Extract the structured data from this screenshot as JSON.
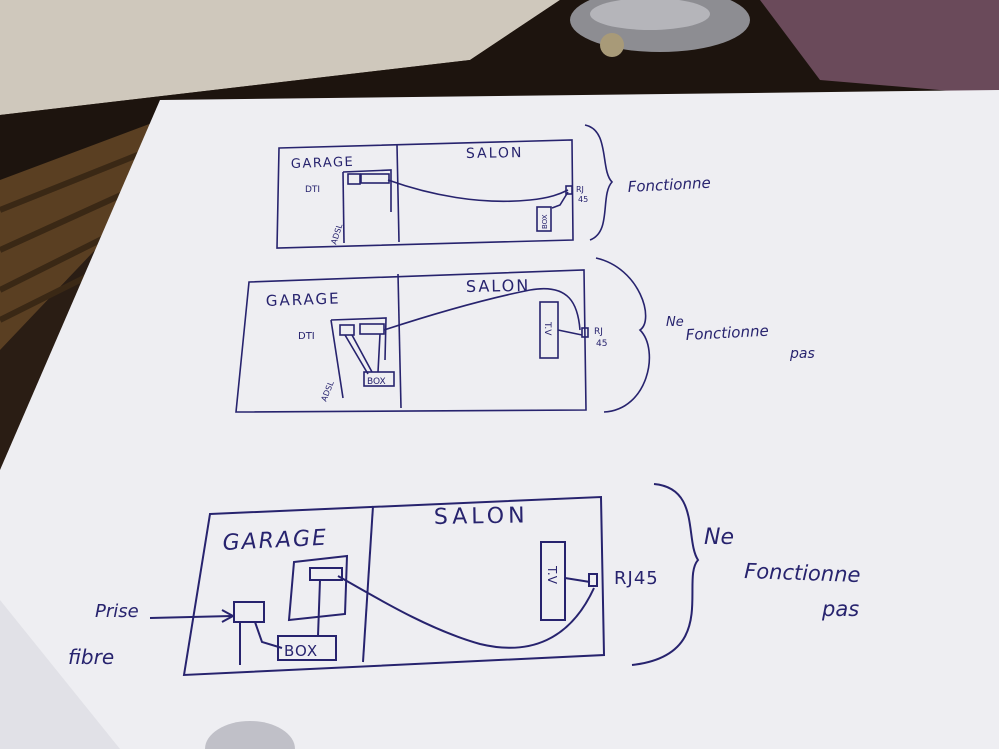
{
  "colors": {
    "ink": "#27236e",
    "paper": "#eeeef2",
    "table": "#2a1d14",
    "surface": "#c9c2b6"
  },
  "sketches": [
    {
      "garage": "GARAGE",
      "salon": "SALON",
      "dti": "DTI",
      "adsl": "ADSL",
      "rj": "RJ",
      "rj_num": "45",
      "box": "BOX",
      "status": "Fonctionne"
    },
    {
      "garage": "GARAGE",
      "salon": "SALON",
      "dti": "DTI",
      "adsl": "ADSL",
      "rj": "RJ",
      "rj_num": "45",
      "box": "BOX",
      "tv": "T.V",
      "status_line1": "Ne",
      "status_line2": "Fonctionne",
      "status_line3": "pas"
    },
    {
      "garage": "GARAGE",
      "salon": "SALON",
      "prise_line1": "Prise",
      "prise_line2": "fibre",
      "box": "BOX",
      "tv": "T.V",
      "rj": "RJ45",
      "status_line1": "Ne",
      "status_line2": "Fonctionne",
      "status_line3": "pas"
    }
  ]
}
